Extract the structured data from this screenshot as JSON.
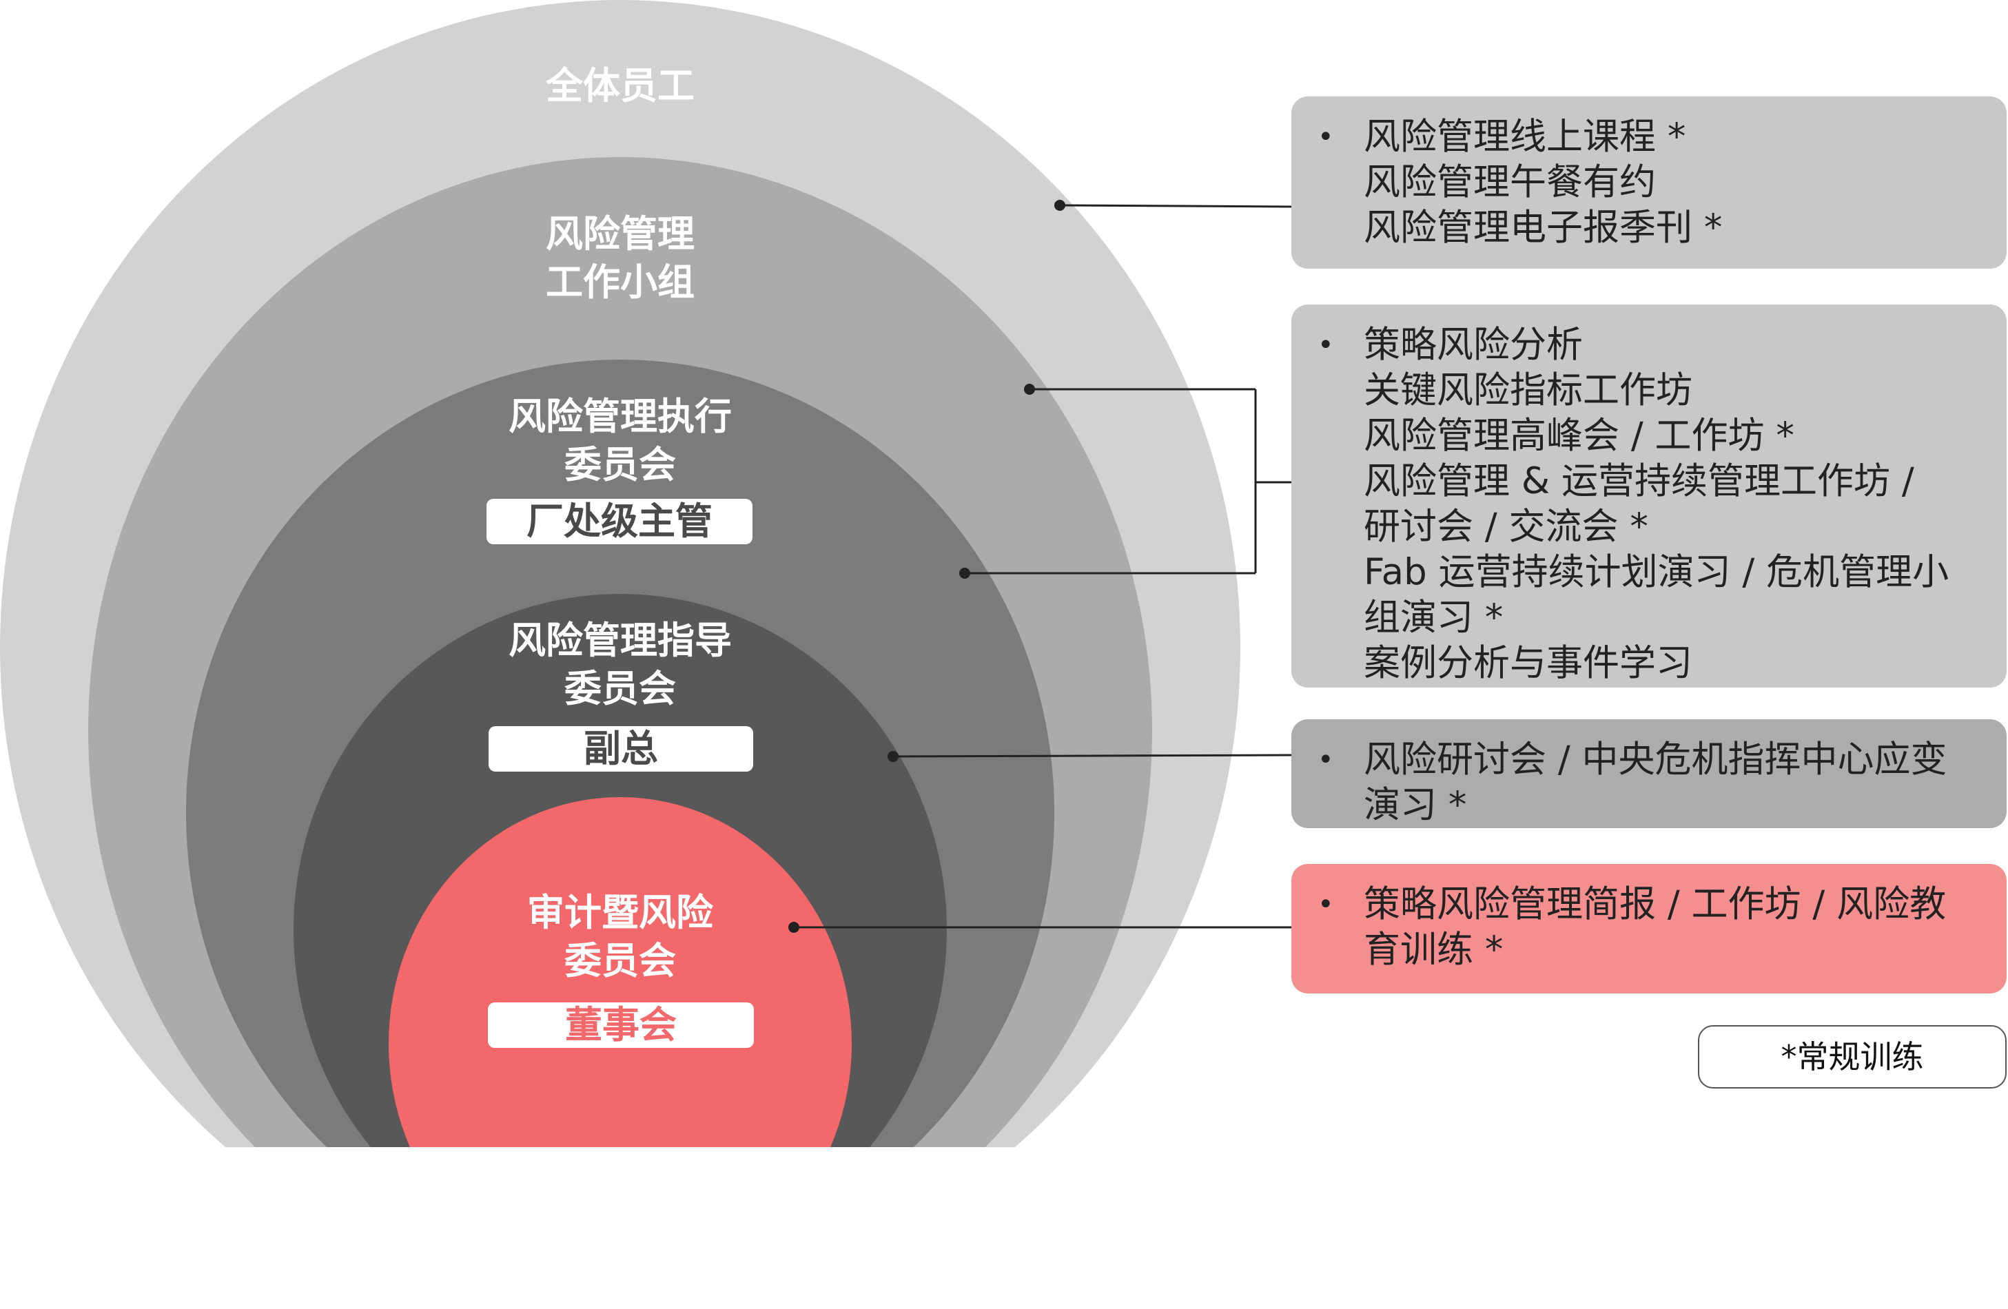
{
  "diagram": {
    "layers": [
      {
        "label": [
          "全体员工"
        ],
        "tag": "",
        "color": "#d2d2d2"
      },
      {
        "label": [
          "风险管理",
          "工作小组"
        ],
        "tag": "",
        "color": "#ababab"
      },
      {
        "label": [
          "风险管理执行",
          "委员会"
        ],
        "tag": "厂处级主管",
        "color": "#7b7b7b"
      },
      {
        "label": [
          "风险管理指导",
          "委员会"
        ],
        "tag": "副总",
        "color": "#585858"
      },
      {
        "label": [
          "审计暨风险",
          "委员会"
        ],
        "tag": "董事会",
        "color": "#f3686a"
      }
    ],
    "activity_boxes": [
      {
        "bullet": "•",
        "lines": [
          "风险管理线上课程 *",
          "风险管理午餐有约",
          "风险管理电子报季刊 *"
        ],
        "color": "#c8c8c8"
      },
      {
        "bullet": "•",
        "lines": [
          "策略风险分析",
          "关键风险指标工作坊",
          "风险管理高峰会 / 工作坊 *",
          "风险管理 & 运营持续管理工作坊 /",
          "研讨会 / 交流会 *",
          "Fab 运营持续计划演习 / 危机管理小",
          "组演习 *",
          "案例分析与事件学习"
        ],
        "color": "#c8c8c8"
      },
      {
        "bullet": "•",
        "lines": [
          "风险研讨会 / 中央危机指挥中心应变",
          "演习 *"
        ],
        "color": "#acacac"
      },
      {
        "bullet": "•",
        "lines": [
          "策略风险管理简报 / 工作坊 / 风险教",
          "育训练 *"
        ],
        "color": "#f58f8f"
      }
    ],
    "legend": "*常规训练",
    "colors": {
      "tag_text_red": "#f3686a",
      "tag_text_gray": "#4a4a4a",
      "connector": "#222222"
    }
  }
}
